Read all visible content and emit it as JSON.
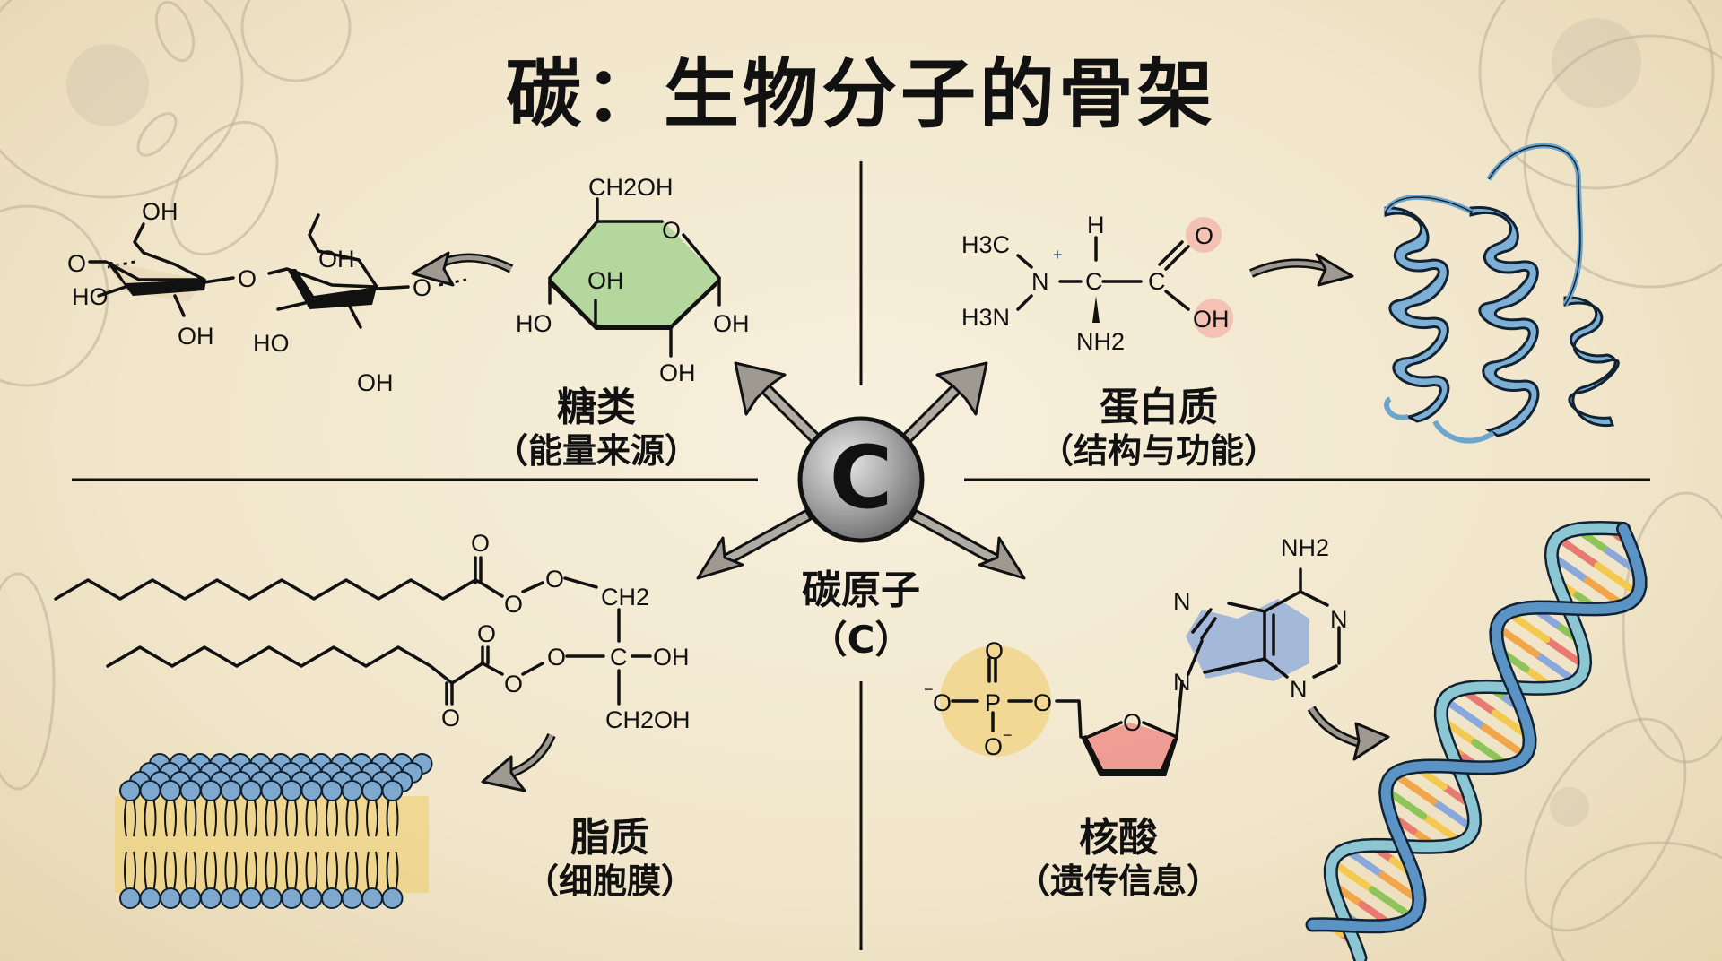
{
  "title": "碳：生物分子的骨架",
  "center": {
    "atom_symbol": "C",
    "label": "碳原子",
    "sublabel": "（C）"
  },
  "quadrants": [
    {
      "id": "carbohydrate",
      "name": "糖类",
      "subtitle": "（能量来源）",
      "monomer_labels": [
        "CH2OH",
        "O",
        "OH",
        "HO",
        "OH",
        "OH"
      ],
      "polymer_labels": [
        "OH",
        "O",
        "HO",
        "OH",
        "O",
        "OH",
        "HO",
        "O",
        "OH"
      ],
      "accent_color": "#9fcf8a"
    },
    {
      "id": "protein",
      "name": "蛋白质",
      "subtitle": "（结构与功能）",
      "monomer_labels": [
        "H3C",
        "N",
        "+",
        "H3N",
        "H",
        "C",
        "C",
        "NH2",
        "O",
        "OH"
      ],
      "accent_color": "#5b8fc0"
    },
    {
      "id": "lipid",
      "name": "脂质",
      "subtitle": "（细胞膜）",
      "monomer_labels": [
        "O",
        "O",
        "O",
        "CH2",
        "O",
        "O",
        "O",
        "O",
        "C",
        "OH",
        "CH2OH"
      ],
      "accent_color": "#f0d27a"
    },
    {
      "id": "nucleic-acid",
      "name": "核酸",
      "subtitle": "（遗传信息）",
      "monomer_labels": [
        "NH2",
        "N",
        "N",
        "N",
        "N",
        "O",
        "P",
        "O",
        "O",
        "O",
        "O"
      ],
      "accent_color": "#e89090"
    }
  ],
  "colors": {
    "paper": "#f4ead2",
    "ink": "#111111",
    "sugar_fill": "#9fcf8a",
    "protein_ribbon": "#6ea5cc",
    "phosphate_fill": "#f0d27a",
    "ribose_fill": "#ee8f8a",
    "base_fill": "#8aa8dc",
    "carbon_sphere": "#9a9a9a"
  }
}
